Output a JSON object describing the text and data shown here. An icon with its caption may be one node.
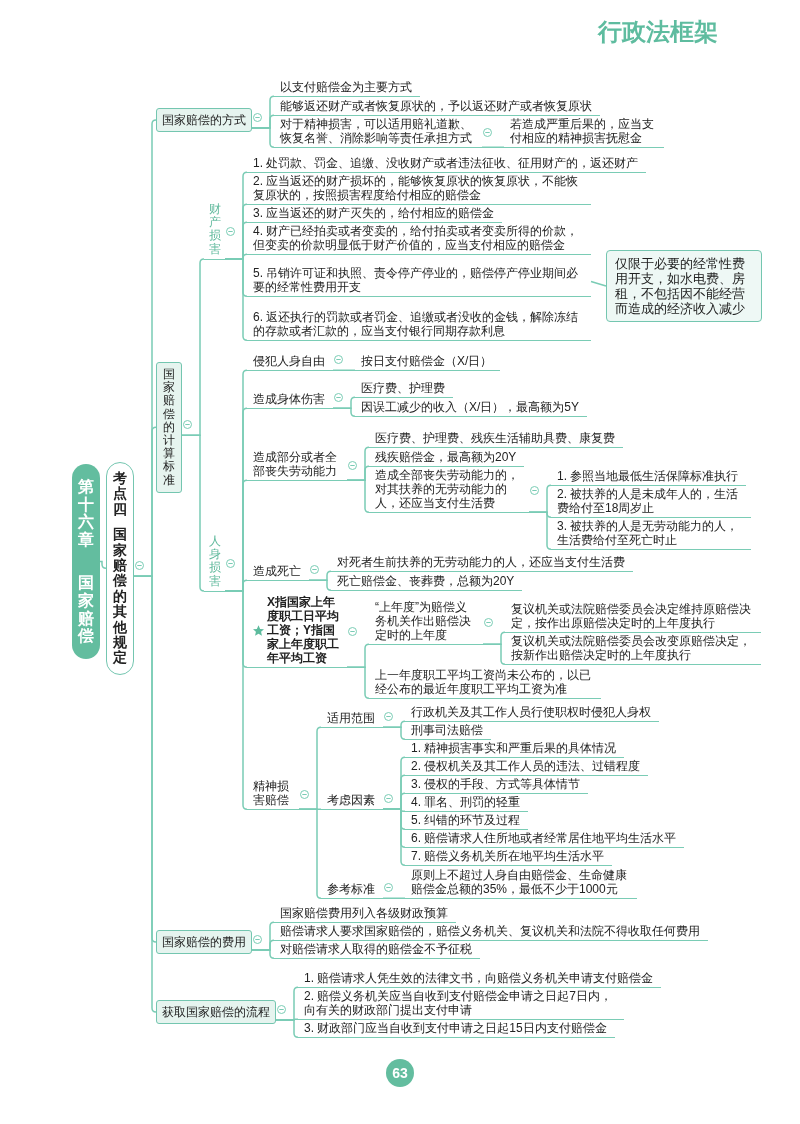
{
  "diagram": {
    "nodes": [
      {
        "text": [
          "第十六章",
          "国家赔偿"
        ]
      },
      {
        "text": [
          "考点四",
          "国家赔偿的其他规定"
        ]
      },
      {
        "text": [
          "国家赔偿的方式"
        ]
      },
      {
        "text": [
          "以支付赔偿金为主要方式"
        ]
      },
      {
        "text": [
          "能够返还财产或者恢复原状的，予以返还财产或者恢复原状"
        ]
      },
      {
        "text": [
          "对于精神损害，可以适用赔礼道歉、恢复名誉、消除影响等责任承担方式"
        ]
      },
      {
        "text": [
          "若造成严重后果的，应当支付相应的精神损害抚慰金"
        ]
      },
      {
        "text": [
          "国家赔偿的计算标准"
        ]
      },
      {
        "text": [
          "财产损害"
        ]
      },
      {
        "text": [
          "1. 处罚款、罚金、追缴、没收财产或者违法征收、征用财产的，返还财产"
        ]
      },
      {
        "text": [
          "2. 应当返还的财产损坏的，能够恢复原状的恢复原状，不能恢复原状的，按照损害程度给付相应的赔偿金"
        ]
      },
      {
        "text": [
          "3. 应当返还的财产灭失的，给付相应的赔偿金"
        ]
      },
      {
        "text": [
          "4. 财产已经拍卖或者变卖的，给付拍卖或者变卖所得的价款，但变卖的价款明显低于财产价值的，应当支付相应的赔偿金"
        ]
      },
      {
        "text": [
          "5. 吊销许可证和执照、责令停产停业的，赔偿停产停业期间必要的经常性费用开支"
        ]
      },
      {
        "text": [
          "6. 返还执行的罚款或者罚金、追缴或者没收的金钱，解除冻结的存款或者汇款的，应当支付银行同期存款利息"
        ]
      },
      {
        "text": [
          "仅限于必要的经常性费用开支，如水电费、房租，不包括因不能经营而造成的经济收入减少"
        ]
      },
      {
        "text": [
          "人身损害"
        ]
      },
      {
        "text": [
          "侵犯人身自由"
        ]
      },
      {
        "text": [
          "按日支付赔偿金（X/日）"
        ]
      },
      {
        "text": [
          "造成身体伤害"
        ]
      },
      {
        "text": [
          "医疗费、护理费"
        ]
      },
      {
        "text": [
          "因误工减少的收入（X/日），最高额为5Y"
        ]
      },
      {
        "text": [
          "造成部分或者全部丧失劳动能力"
        ]
      },
      {
        "text": [
          "医疗费、护理费、残疾生活辅助具费、康复费"
        ]
      },
      {
        "text": [
          "残疾赔偿金，最高额为20Y"
        ]
      },
      {
        "text": [
          "造成全部丧失劳动能力的，对其扶养的无劳动能力的人，还应当支付生活费"
        ]
      },
      {
        "text": [
          "1. 参照当地最低生活保障标准执行"
        ]
      },
      {
        "text": [
          "2. 被扶养的人是未成年人的，生活费给付至18周岁止"
        ]
      },
      {
        "text": [
          "3. 被扶养的人是无劳动能力的人，生活费给付至死亡时止"
        ]
      },
      {
        "text": [
          "造成死亡"
        ]
      },
      {
        "text": [
          "对死者生前扶养的无劳动能力的人，还应当支付生活费"
        ]
      },
      {
        "text": [
          "死亡赔偿金、丧葬费，总额为20Y"
        ]
      },
      {
        "text": [
          "X指国家上年度职工日平均工资；Y指国家上年度职工年平均工资"
        ]
      },
      {
        "text": [
          "“上年度”为赔偿义务机关作出赔偿决定时的上年度"
        ]
      },
      {
        "text": [
          "复议机关或法院赔偿委员会决定维持原赔偿决定，按作出原赔偿决定时的上年度执行"
        ]
      },
      {
        "text": [
          "复议机关或法院赔偿委员会改变原赔偿决定，按新作出赔偿决定时的上年度执行"
        ]
      },
      {
        "text": [
          "上一年度职工平均工资尚未公布的，以已经公布的最近年度职工平均工资为准"
        ]
      },
      {
        "text": [
          "精神损害赔偿"
        ]
      },
      {
        "text": [
          "适用范围"
        ]
      },
      {
        "text": [
          "行政机关及其工作人员行使职权时侵犯人身权"
        ]
      },
      {
        "text": [
          "刑事司法赔偿"
        ]
      },
      {
        "text": [
          "考虑因素"
        ]
      },
      {
        "text": [
          "1. 精神损害事实和严重后果的具体情况"
        ]
      },
      {
        "text": [
          "2. 侵权机关及其工作人员的违法、过错程度"
        ]
      },
      {
        "text": [
          "3. 侵权的手段、方式等具体情节"
        ]
      },
      {
        "text": [
          "4. 罪名、刑罚的轻重"
        ]
      },
      {
        "text": [
          "5. 纠错的环节及过程"
        ]
      },
      {
        "text": [
          "6. 赔偿请求人住所地或者经常居住地平均生活水平"
        ]
      },
      {
        "text": [
          "7. 赔偿义务机关所在地平均生活水平"
        ]
      },
      {
        "text": [
          "参考标准"
        ]
      },
      {
        "text": [
          "原则上不超过人身自由赔偿金、生命健康赔偿金总额的35%，最低不少于1000元"
        ]
      },
      {
        "text": [
          "国家赔偿的费用"
        ]
      },
      {
        "text": [
          "国家赔偿费用列入各级财政预算"
        ]
      },
      {
        "text": [
          "赔偿请求人要求国家赔偿的，赔偿义务机关、复议机关和法院不得收取任何费用"
        ]
      },
      {
        "text": [
          "对赔偿请求人取得的赔偿金不予征税"
        ]
      },
      {
        "text": [
          "获取国家赔偿的流程"
        ]
      },
      {
        "text": [
          "1. 赔偿请求人凭生效的法律文书，向赔偿义务机关申请支付赔偿金"
        ]
      },
      {
        "text": [
          "2. 赔偿义务机关应当自收到支付赔偿金申请之日起7日内，向有关的财政部门提出支付申请"
        ]
      },
      {
        "text": [
          "3. 财政部门应当自收到支付申请之日起15日内支付赔偿金"
        ]
      }
    ],
    "edges": [
      {
        "from": 0,
        "to": 1,
        "arrow": "none"
      },
      {
        "from": 1,
        "to": 2,
        "arrow": "none"
      },
      {
        "from": 1,
        "to": 7,
        "arrow": "none"
      },
      {
        "from": 1,
        "to": 51,
        "arrow": "none"
      },
      {
        "from": 1,
        "to": 55,
        "arrow": "none"
      },
      {
        "from": 2,
        "to": 3,
        "arrow": "none"
      },
      {
        "from": 2,
        "to": 4,
        "arrow": "none"
      },
      {
        "from": 2,
        "to": 5,
        "arrow": "none"
      },
      {
        "from": 5,
        "to": 6,
        "arrow": "none"
      },
      {
        "from": 7,
        "to": 8,
        "arrow": "none"
      },
      {
        "from": 7,
        "to": 16,
        "arrow": "none"
      },
      {
        "from": 8,
        "to": 9,
        "arrow": "none"
      },
      {
        "from": 8,
        "to": 10,
        "arrow": "none"
      },
      {
        "from": 8,
        "to": 11,
        "arrow": "none"
      },
      {
        "from": 8,
        "to": 12,
        "arrow": "none"
      },
      {
        "from": 8,
        "to": 13,
        "arrow": "none"
      },
      {
        "from": 8,
        "to": 14,
        "arrow": "none"
      },
      {
        "from": 13,
        "to": 15,
        "arrow": "none"
      },
      {
        "from": 16,
        "to": 17,
        "arrow": "none"
      },
      {
        "from": 16,
        "to": 19,
        "arrow": "none"
      },
      {
        "from": 16,
        "to": 22,
        "arrow": "none"
      },
      {
        "from": 16,
        "to": 29,
        "arrow": "none"
      },
      {
        "from": 16,
        "to": 32,
        "arrow": "none"
      },
      {
        "from": 16,
        "to": 37,
        "arrow": "none"
      },
      {
        "from": 17,
        "to": 18,
        "arrow": "none"
      },
      {
        "from": 19,
        "to": 20,
        "arrow": "none"
      },
      {
        "from": 19,
        "to": 21,
        "arrow": "none"
      },
      {
        "from": 22,
        "to": 23,
        "arrow": "none"
      },
      {
        "from": 22,
        "to": 24,
        "arrow": "none"
      },
      {
        "from": 22,
        "to": 25,
        "arrow": "none"
      },
      {
        "from": 25,
        "to": 26,
        "arrow": "none"
      },
      {
        "from": 25,
        "to": 27,
        "arrow": "none"
      },
      {
        "from": 25,
        "to": 28,
        "arrow": "none"
      },
      {
        "from": 29,
        "to": 30,
        "arrow": "none"
      },
      {
        "from": 29,
        "to": 31,
        "arrow": "none"
      },
      {
        "from": 32,
        "to": 33,
        "arrow": "none"
      },
      {
        "from": 32,
        "to": 36,
        "arrow": "none"
      },
      {
        "from": 33,
        "to": 34,
        "arrow": "none"
      },
      {
        "from": 33,
        "to": 35,
        "arrow": "none"
      },
      {
        "from": 37,
        "to": 38,
        "arrow": "none"
      },
      {
        "from": 37,
        "to": 41,
        "arrow": "none"
      },
      {
        "from": 37,
        "to": 49,
        "arrow": "none"
      },
      {
        "from": 38,
        "to": 39,
        "arrow": "none"
      },
      {
        "from": 38,
        "to": 40,
        "arrow": "none"
      },
      {
        "from": 41,
        "to": 42,
        "arrow": "none"
      },
      {
        "from": 41,
        "to": 43,
        "arrow": "none"
      },
      {
        "from": 41,
        "to": 44,
        "arrow": "none"
      },
      {
        "from": 41,
        "to": 45,
        "arrow": "none"
      },
      {
        "from": 41,
        "to": 46,
        "arrow": "none"
      },
      {
        "from": 41,
        "to": 47,
        "arrow": "none"
      },
      {
        "from": 41,
        "to": 48,
        "arrow": "none"
      },
      {
        "from": 49,
        "to": 50,
        "arrow": "none"
      },
      {
        "from": 51,
        "to": 52,
        "arrow": "none"
      },
      {
        "from": 51,
        "to": 53,
        "arrow": "none"
      },
      {
        "from": 51,
        "to": 54,
        "arrow": "none"
      },
      {
        "from": 55,
        "to": 56,
        "arrow": "none"
      },
      {
        "from": 55,
        "to": 57,
        "arrow": "none"
      },
      {
        "from": 55,
        "to": 58,
        "arrow": "none"
      }
    ],
    "labels": [
      "行政法框架",
      "63"
    ]
  }
}
